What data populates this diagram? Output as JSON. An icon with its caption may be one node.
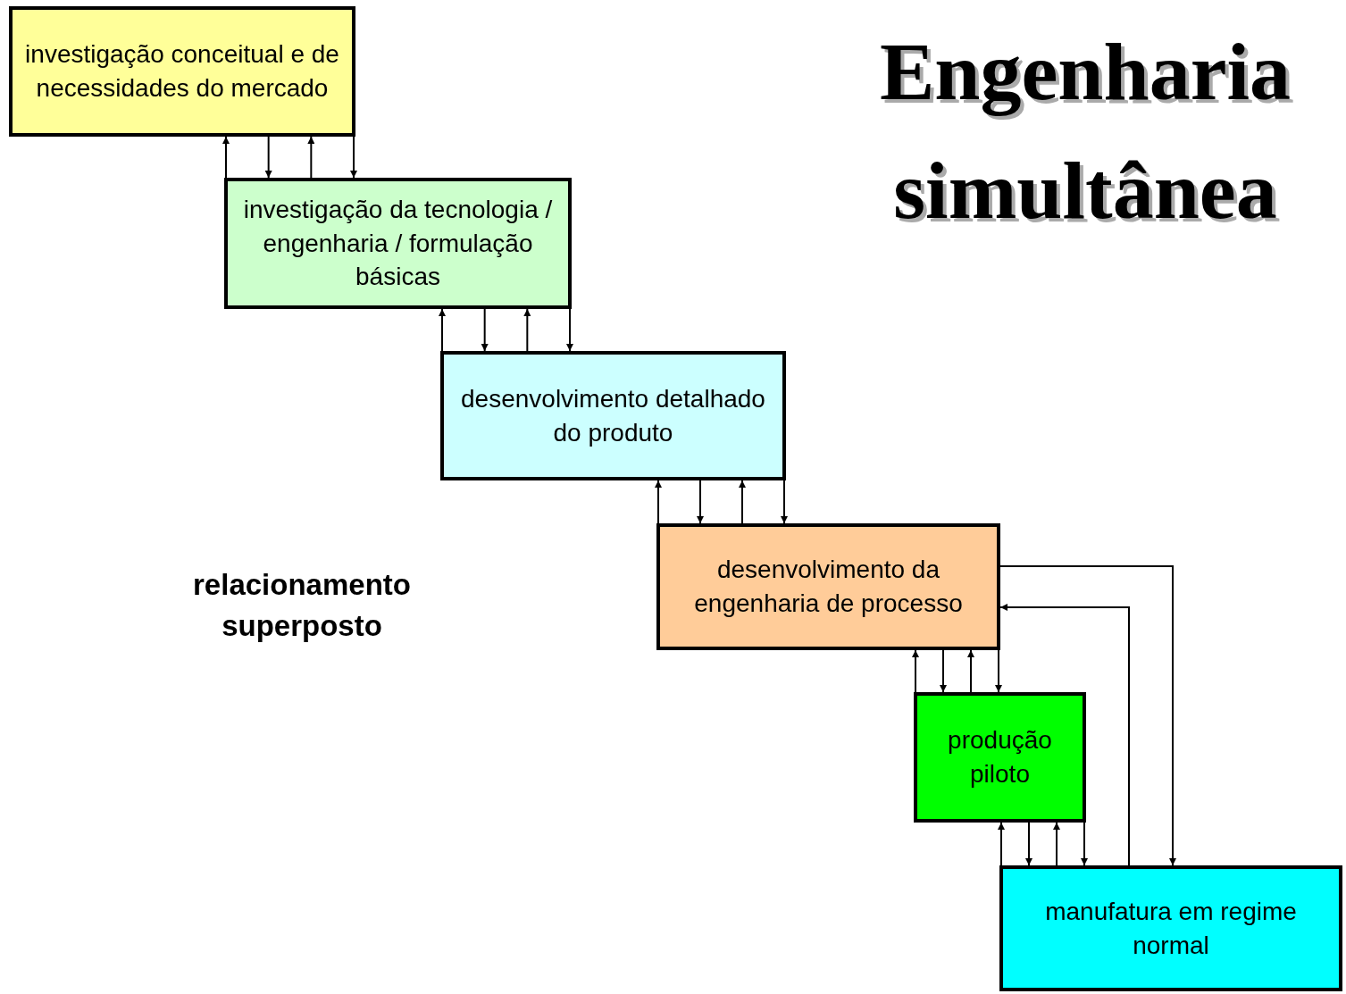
{
  "diagram": {
    "title": "Engenharia simultânea",
    "nodes": [
      {
        "text": [
          "investigação conceitual e de necessidades do mercado"
        ]
      },
      {
        "text": [
          "investigação da tecnologia / engenharia / formulação básicas"
        ]
      },
      {
        "text": [
          "desenvolvimento detalhado do produto"
        ]
      },
      {
        "text": [
          "desenvolvimento da engenharia de processo"
        ]
      },
      {
        "text": [
          "produção piloto"
        ]
      },
      {
        "text": [
          "manufatura em regime normal"
        ]
      }
    ],
    "edges": [
      {
        "from": 1,
        "to": 0,
        "arrow": "to"
      },
      {
        "from": 0,
        "to": 1,
        "arrow": "to"
      },
      {
        "from": 1,
        "to": 0,
        "arrow": "to"
      },
      {
        "from": 0,
        "to": 1,
        "arrow": "to"
      },
      {
        "from": 2,
        "to": 1,
        "arrow": "to"
      },
      {
        "from": 1,
        "to": 2,
        "arrow": "to"
      },
      {
        "from": 2,
        "to": 1,
        "arrow": "to"
      },
      {
        "from": 1,
        "to": 2,
        "arrow": "to"
      },
      {
        "from": 3,
        "to": 2,
        "arrow": "to"
      },
      {
        "from": 2,
        "to": 3,
        "arrow": "to"
      },
      {
        "from": 3,
        "to": 2,
        "arrow": "to"
      },
      {
        "from": 2,
        "to": 3,
        "arrow": "to"
      },
      {
        "from": 4,
        "to": 3,
        "arrow": "to"
      },
      {
        "from": 3,
        "to": 4,
        "arrow": "to"
      },
      {
        "from": 4,
        "to": 3,
        "arrow": "to"
      },
      {
        "from": 3,
        "to": 4,
        "arrow": "to"
      },
      {
        "from": 5,
        "to": 4,
        "arrow": "to"
      },
      {
        "from": 4,
        "to": 5,
        "arrow": "to"
      },
      {
        "from": 5,
        "to": 4,
        "arrow": "to"
      },
      {
        "from": 4,
        "to": 5,
        "arrow": "to"
      },
      {
        "from": 3,
        "to": 5,
        "arrow": "to"
      },
      {
        "from": 5,
        "to": 3,
        "arrow": "to"
      }
    ],
    "labels": [
      "relacionamento superposto"
    ]
  }
}
